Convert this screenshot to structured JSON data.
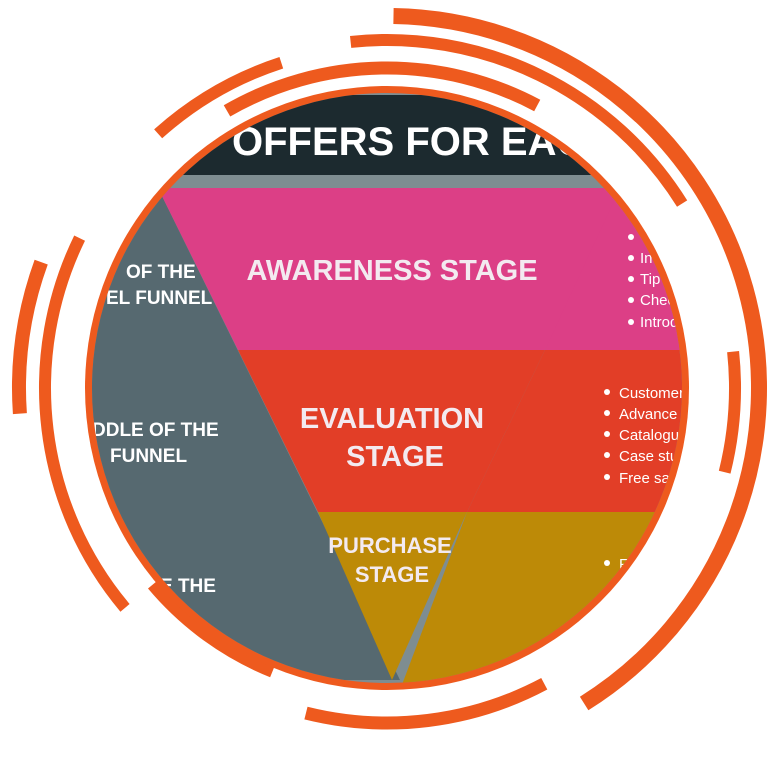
{
  "title": "OFFERS FOR EACH S",
  "stages": [
    {
      "name": "awareness",
      "label_lines": [
        "AWARENESS STAGE"
      ],
      "color": "#dc3f86"
    },
    {
      "name": "evaluation",
      "label_lines": [
        "EVALUATION",
        "STAGE"
      ],
      "color": "#e23e27"
    },
    {
      "name": "purchase",
      "label_lines": [
        "PURCHASE",
        "STAGE"
      ],
      "color": "#bd8a07"
    }
  ],
  "side_labels": [
    {
      "lines": [
        "OF THE",
        "EL FUNNEL"
      ]
    },
    {
      "lines": [
        "DDLE OF THE",
        "FUNNEL"
      ]
    },
    {
      "lines": [
        "E THE"
      ]
    }
  ],
  "bullets": {
    "awareness": [
      "",
      "In",
      "Tip",
      "Chec",
      "Introd"
    ],
    "evaluation": [
      "Customer",
      "Advance e",
      "Catalogue",
      "Case stu",
      "Free sa"
    ],
    "purchase": [
      "F"
    ]
  },
  "colors": {
    "accent_orange": "#ee5a1e",
    "title_bar": "#1c2a2f",
    "slate": "#566970",
    "frame": "#7e8d91"
  }
}
